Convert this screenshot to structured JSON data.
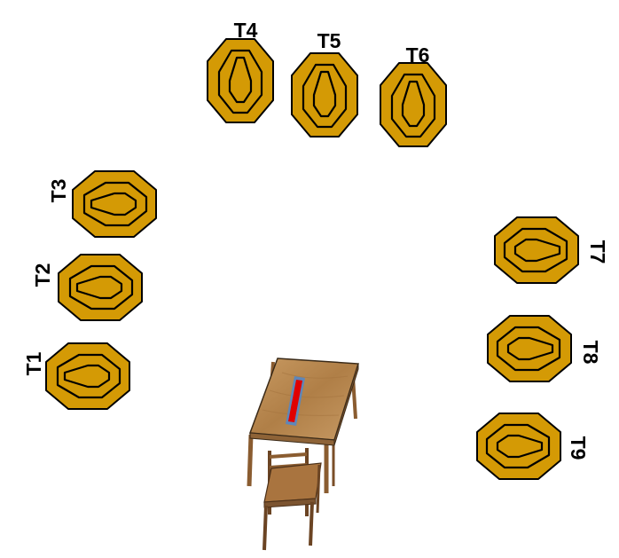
{
  "colors": {
    "target_fill": "#d49a05",
    "target_stroke": "#000000",
    "table_wood": "#b98a52",
    "table_leg": "#9a6a3a",
    "marker_fill": "#e00000",
    "marker_border": "#5f86b8"
  },
  "targets": [
    {
      "id": "T1",
      "label": "T1"
    },
    {
      "id": "T2",
      "label": "T2"
    },
    {
      "id": "T3",
      "label": "T3"
    },
    {
      "id": "T4",
      "label": "T4"
    },
    {
      "id": "T5",
      "label": "T5"
    },
    {
      "id": "T6",
      "label": "T6"
    },
    {
      "id": "T7",
      "label": "T7"
    },
    {
      "id": "T8",
      "label": "T8"
    },
    {
      "id": "T9",
      "label": "T9"
    }
  ],
  "objects": {
    "table": "table",
    "chair": "chair",
    "marker": "start-marker"
  }
}
